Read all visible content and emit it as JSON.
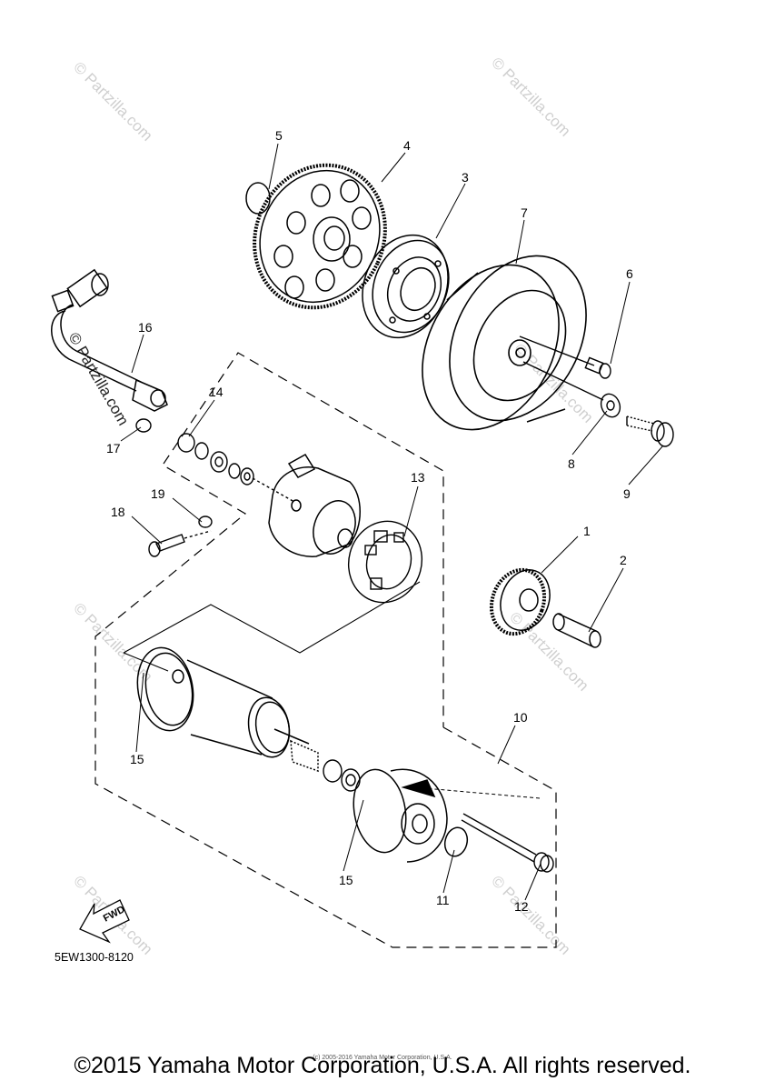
{
  "diagram": {
    "callouts": [
      "1",
      "2",
      "3",
      "4",
      "5",
      "6",
      "7",
      "8",
      "9",
      "10",
      "11",
      "12",
      "13",
      "14",
      "15",
      "15",
      "16",
      "17",
      "18",
      "19"
    ],
    "code": "5EW1300-8120",
    "fwd_label": "FWD",
    "watermark": "© Partzilla.com"
  },
  "footer": {
    "copyright": "©2015 Yamaha Motor Corporation, U.S.A. All rights reserved.",
    "small_copyright": "(c) 2005-2016 Yamaha Motor Corporation, U.S.A."
  }
}
